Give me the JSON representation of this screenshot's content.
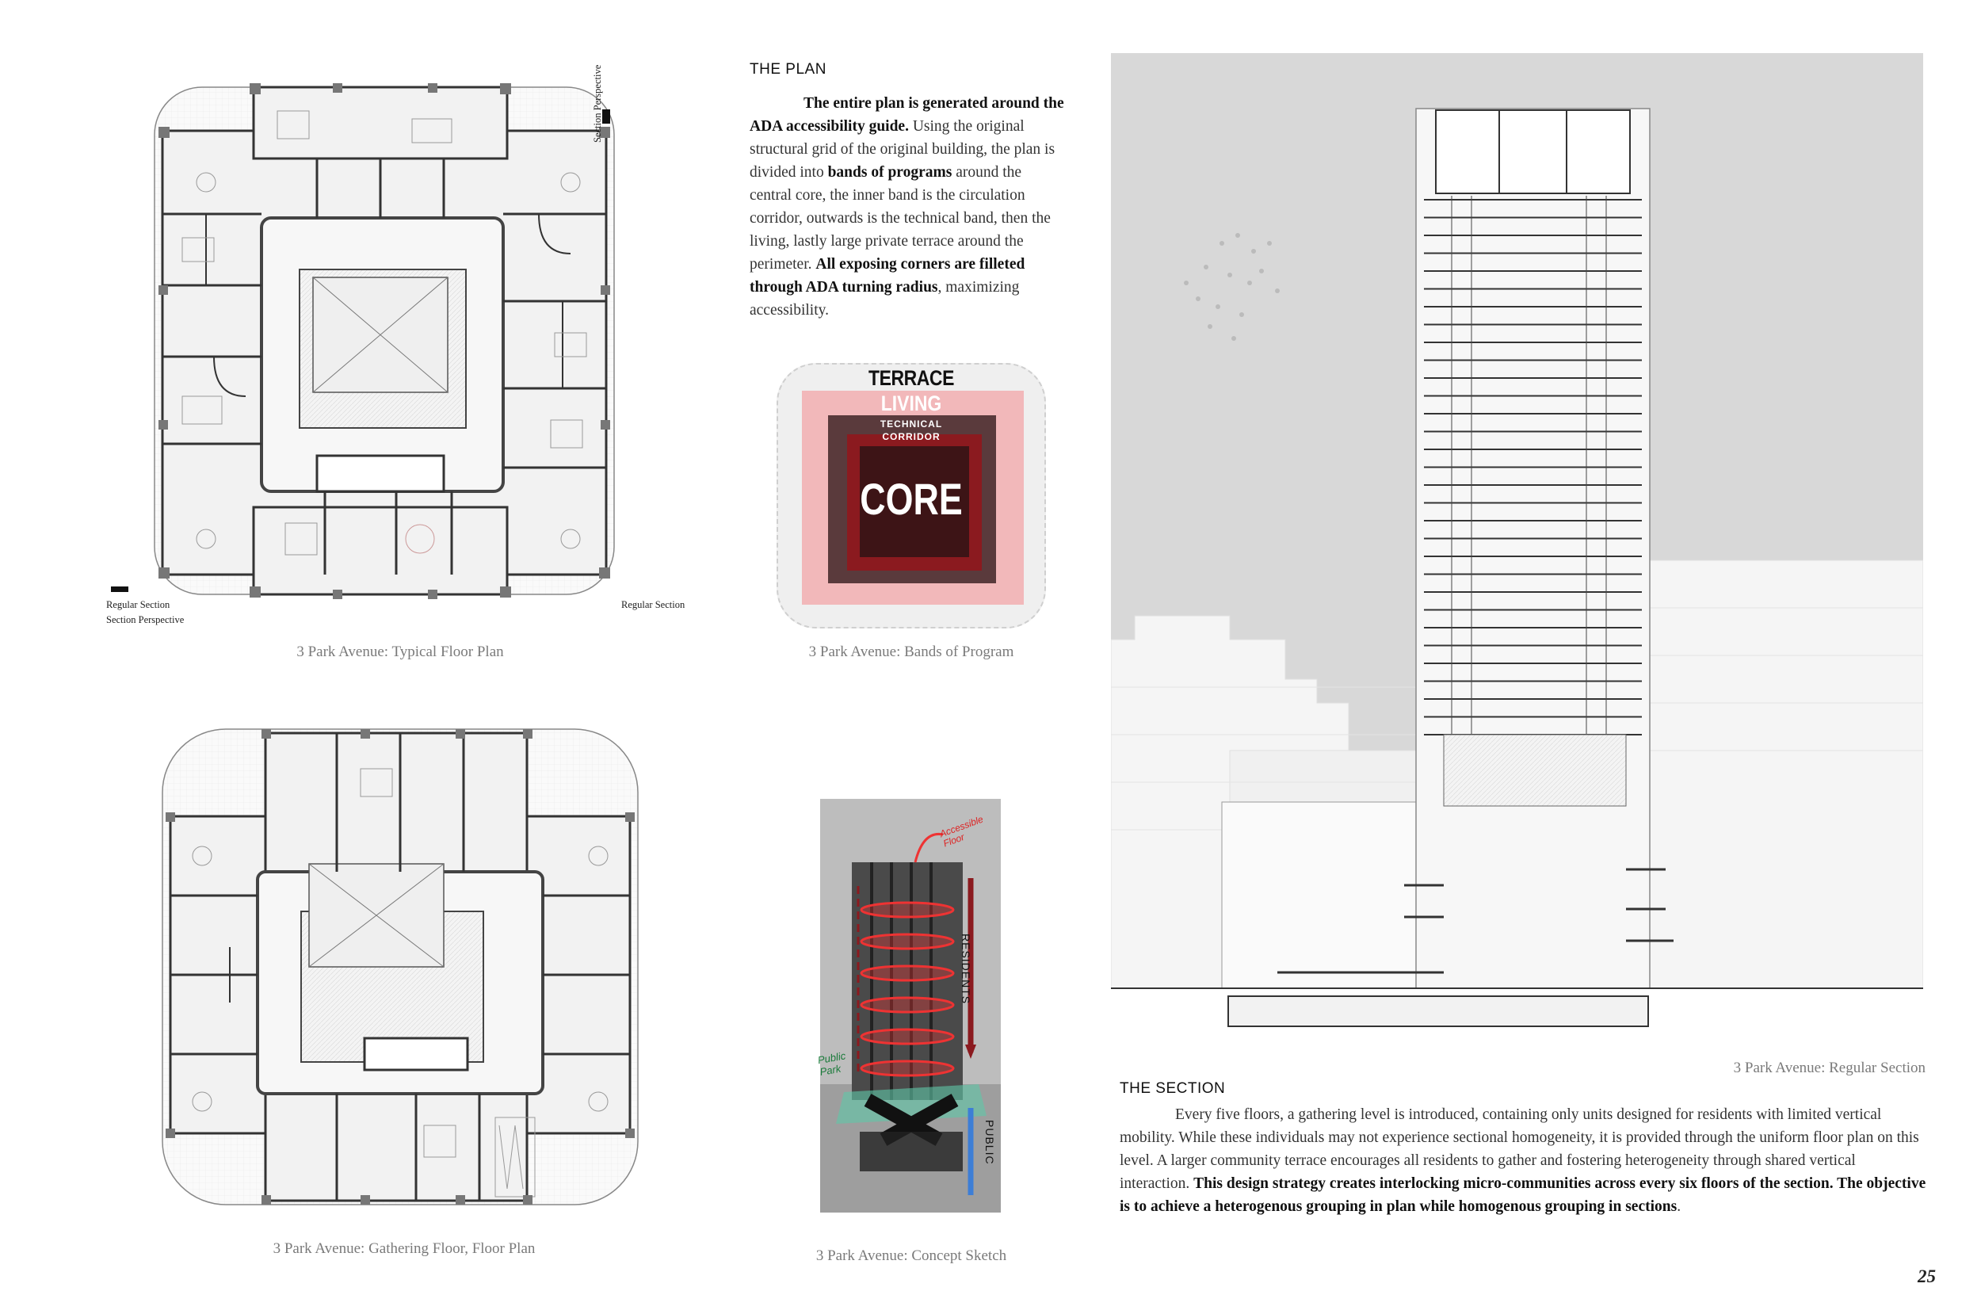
{
  "plan_section": {
    "heading": "THE PLAN",
    "para_lead_bold": "The entire plan is generated around the ADA accessibility guide.",
    "para_1": " Using the original structural grid of the original building, the plan is divided into ",
    "para_bold_2": "bands of programs",
    "para_2": " around the central core, the inner band is the circulation corridor, outwards is the technical band, then the living, lastly large private terrace around the perimeter. ",
    "para_bold_3": "All exposing corners are filleted through ADA turning radius",
    "para_3": ", maximizing accessibility."
  },
  "typical_plan": {
    "caption": "3 Park Avenue: Typical Floor Plan",
    "label_top": "Section Perspective",
    "label_left_1": "Regular Section",
    "label_left_2": "Section Perspective",
    "label_right": "Regular Section"
  },
  "bands": {
    "caption": "3 Park Avenue: Bands of Program",
    "terrace": "TERRACE",
    "living": "LIVING",
    "technical": "TECHNICAL",
    "corridor": "CORRIDOR",
    "core": "CORE",
    "colors": {
      "terrace": "#efefef",
      "living": "#f2b8ba",
      "technical": "#5a3a3c",
      "corridor": "#8b1a1f",
      "core": "#3d1416"
    }
  },
  "gathering_plan": {
    "caption": "3 Park Avenue: Gathering Floor, Floor Plan"
  },
  "sketch": {
    "caption": "3 Park Avenue: Concept Sketch",
    "annot_accessible": "Accessible Floor",
    "annot_residents": "RESIDENTS",
    "annot_public_park": "Public Park",
    "annot_public": "PUBLIC"
  },
  "section_drawing": {
    "caption": "3 Park Avenue: Regular Section"
  },
  "section_text": {
    "heading": "THE SECTION",
    "para_1": "Every five floors, a gathering level is introduced, containing only units designed for residents with limited vertical mobility. While these individuals may not experience sectional homogeneity, it is provided through the uniform floor plan on this level. A larger community terrace encourages all residents to gather and fostering heterogeneity through shared vertical interaction. ",
    "para_bold": "This design strategy creates interlocking micro-communities across every six floors of the section. The objective is to achieve a heterogenous grouping in plan while homogenous grouping in sections",
    "para_end": "."
  },
  "page_number": "25"
}
